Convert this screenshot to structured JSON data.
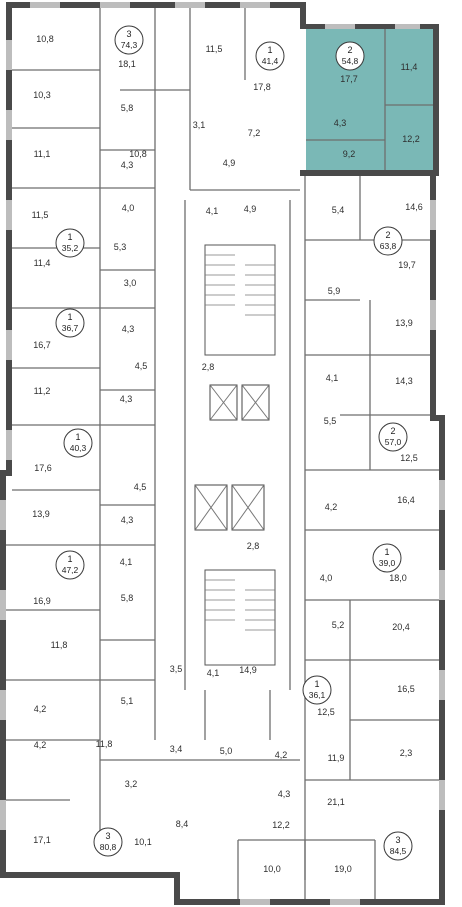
{
  "highlight_color": "#7ab8b6",
  "apartments": [
    {
      "rooms": "3",
      "area": "74,3",
      "side": "left"
    },
    {
      "rooms": "1",
      "area": "41,4",
      "side": "left"
    },
    {
      "rooms": "2",
      "area": "54,8",
      "side": "right",
      "highlighted": true
    },
    {
      "rooms": "1",
      "area": "35,2",
      "side": "left"
    },
    {
      "rooms": "2",
      "area": "63,8",
      "side": "right"
    },
    {
      "rooms": "1",
      "area": "36,7",
      "side": "left"
    },
    {
      "rooms": "1",
      "area": "40,3",
      "side": "left"
    },
    {
      "rooms": "2",
      "area": "57,0",
      "side": "right"
    },
    {
      "rooms": "1",
      "area": "47,2",
      "side": "left"
    },
    {
      "rooms": "1",
      "area": "39,0",
      "side": "right"
    },
    {
      "rooms": "1",
      "area": "36,1",
      "side": "right"
    },
    {
      "rooms": "3",
      "area": "80,8",
      "side": "left"
    },
    {
      "rooms": "3",
      "area": "84,5",
      "side": "right"
    }
  ],
  "room_labels": [
    "10,8",
    "18,1",
    "11,5",
    "17,8",
    "17,7",
    "11,4",
    "10,3",
    "5,8",
    "3,1",
    "7,2",
    "4,3",
    "12,2",
    "11,1",
    "10,8",
    "4,3",
    "4,9",
    "9,2",
    "11,5",
    "4,0",
    "4,1",
    "4,9",
    "5,4",
    "14,6",
    "5,3",
    "19,7",
    "11,4",
    "3,0",
    "5,9",
    "13,9",
    "4,3",
    "16,7",
    "4,5",
    "2,8",
    "4,1",
    "14,3",
    "11,2",
    "4,3",
    "5,5",
    "12,5",
    "17,6",
    "4,5",
    "16,4",
    "13,9",
    "4,3",
    "4,2",
    "4,1",
    "2,8",
    "16,9",
    "5,8",
    "4,0",
    "18,0",
    "5,2",
    "20,4",
    "11,8",
    "3,5",
    "4,1",
    "14,9",
    "16,5",
    "4,2",
    "5,1",
    "12,5",
    "4,2",
    "11,8",
    "3,4",
    "5,0",
    "4,2",
    "11,9",
    "2,3",
    "3,2",
    "4,3",
    "21,1",
    "8,4",
    "12,2",
    "17,1",
    "10,1",
    "10,0",
    "19,0"
  ]
}
